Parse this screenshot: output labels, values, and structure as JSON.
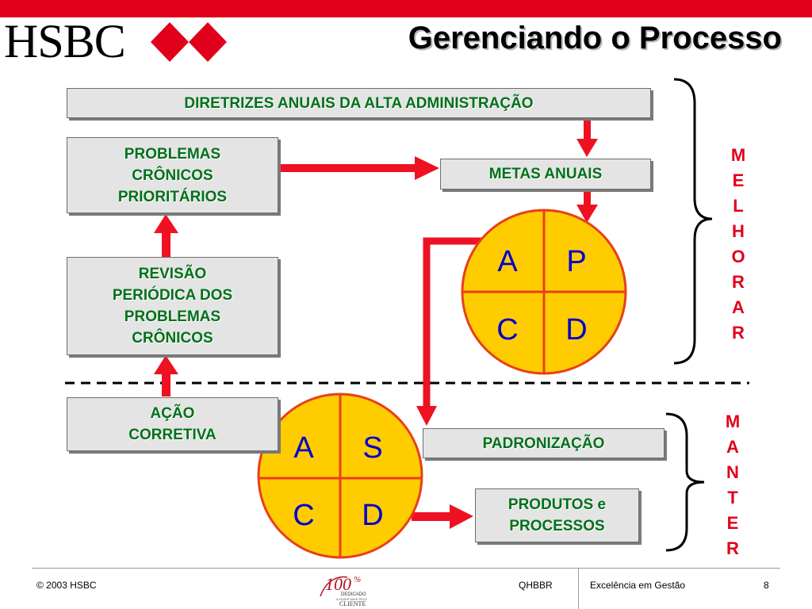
{
  "header": {
    "logo_text": "HSBC",
    "title": "Gerenciando o Processo"
  },
  "boxes": {
    "diretrizes": "DIRETRIZES ANUAIS DA ALTA ADMINISTRAÇÃO",
    "problemas_lines": [
      "PROBLEMAS",
      "CRÔNICOS",
      "PRIORITÁRIOS"
    ],
    "metas": "METAS ANUAIS",
    "revisao_lines": [
      "REVISÃO",
      "PERIÓDICA DOS",
      "PROBLEMAS",
      "CRÔNICOS"
    ],
    "acao_lines": [
      "AÇÃO",
      "CORRETIVA"
    ],
    "padronizacao": "PADRONIZAÇÃO",
    "produtos_lines": [
      "PRODUTOS e",
      "PROCESSOS"
    ]
  },
  "pdca_improve": {
    "tl": "A",
    "tr": "P",
    "bl": "C",
    "br": "D"
  },
  "sdca_maintain": {
    "tl": "A",
    "tr": "S",
    "bl": "C",
    "br": "D"
  },
  "brackets": {
    "melhorar": [
      "M",
      "E",
      "L",
      "H",
      "O",
      "R",
      "A",
      "R"
    ],
    "manter": [
      "M",
      "A",
      "N",
      "T",
      "E",
      "R"
    ]
  },
  "footer": {
    "copyright": "© 2003 HSBC",
    "badge_number": "100",
    "badge_pct": "%",
    "badge_line1": "DEDICADO",
    "badge_line2": "A FAZER MAIS PELO",
    "badge_line3": "CLIENTE",
    "code": "QHBBR",
    "tagline": "Excelência em Gestão",
    "page": "8"
  },
  "colors": {
    "brand_red": "#e0001b",
    "arrow_red": "#ee1122",
    "box_text_green": "#00701a",
    "box_fill": "#e4e4e4",
    "circle_fill": "#ffcc00",
    "circle_letters": "#0000cc"
  }
}
